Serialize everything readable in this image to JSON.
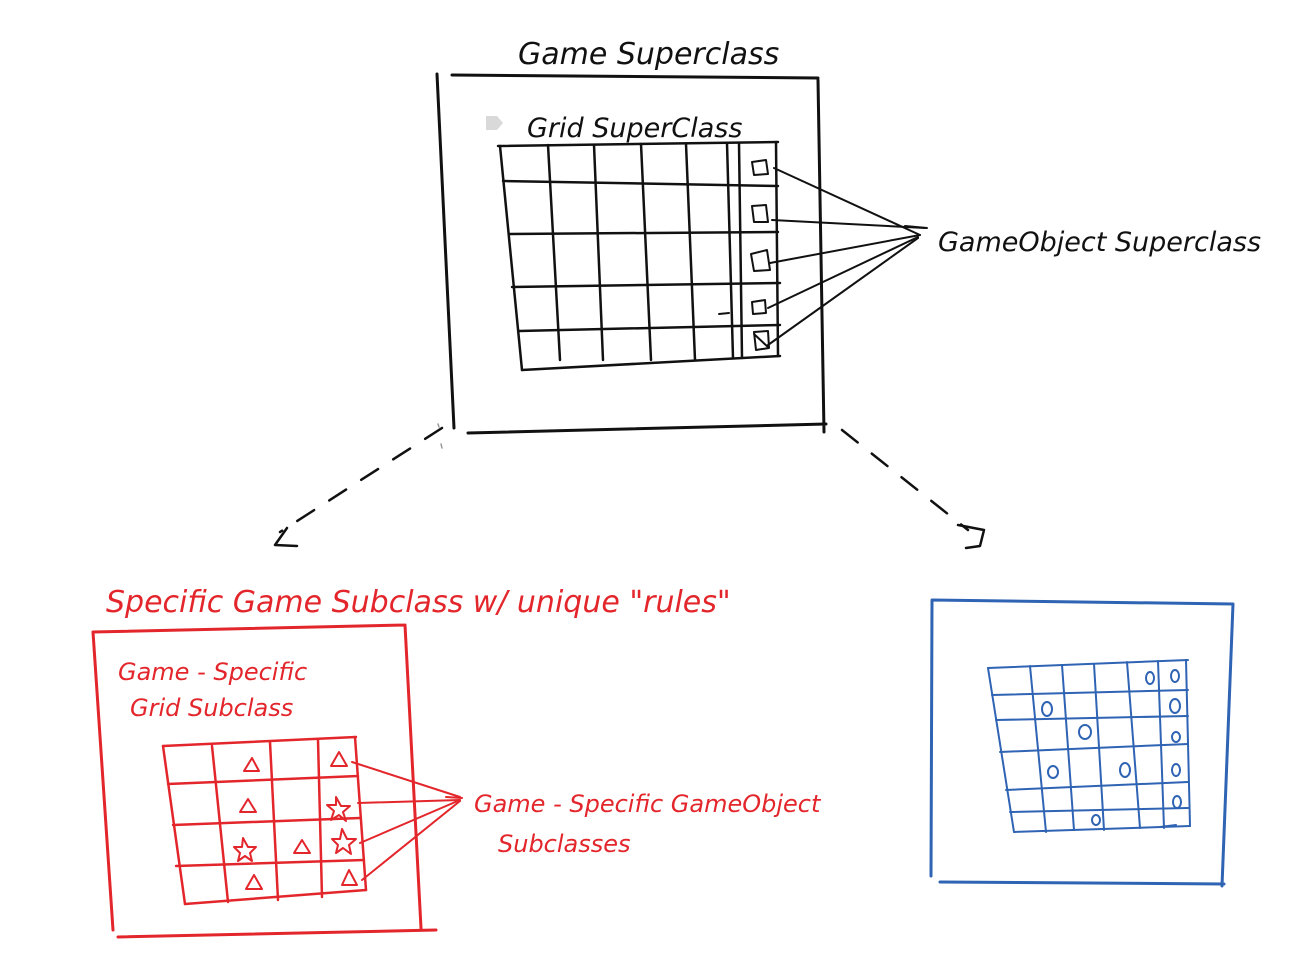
{
  "colors": {
    "base": "#111111",
    "subclass_left": "#e3262b",
    "subclass_right": "#2f63b3",
    "background": "#ffffff"
  },
  "base": {
    "game_title": "Game Superclass",
    "grid_title": "Grid SuperClass",
    "game_object_label": "GameObject Superclass"
  },
  "left_subclass": {
    "game_title": "Specific Game Subclass w/ unique \"rules\"",
    "grid_title_line1": "Game - Specific",
    "grid_title_line2": "Grid Subclass",
    "objects_label_line1": "Game - Specific GameObject",
    "objects_label_line2": "Subclasses"
  },
  "right_subclass": {
    "game_title": "",
    "icons": "circle-icon"
  }
}
